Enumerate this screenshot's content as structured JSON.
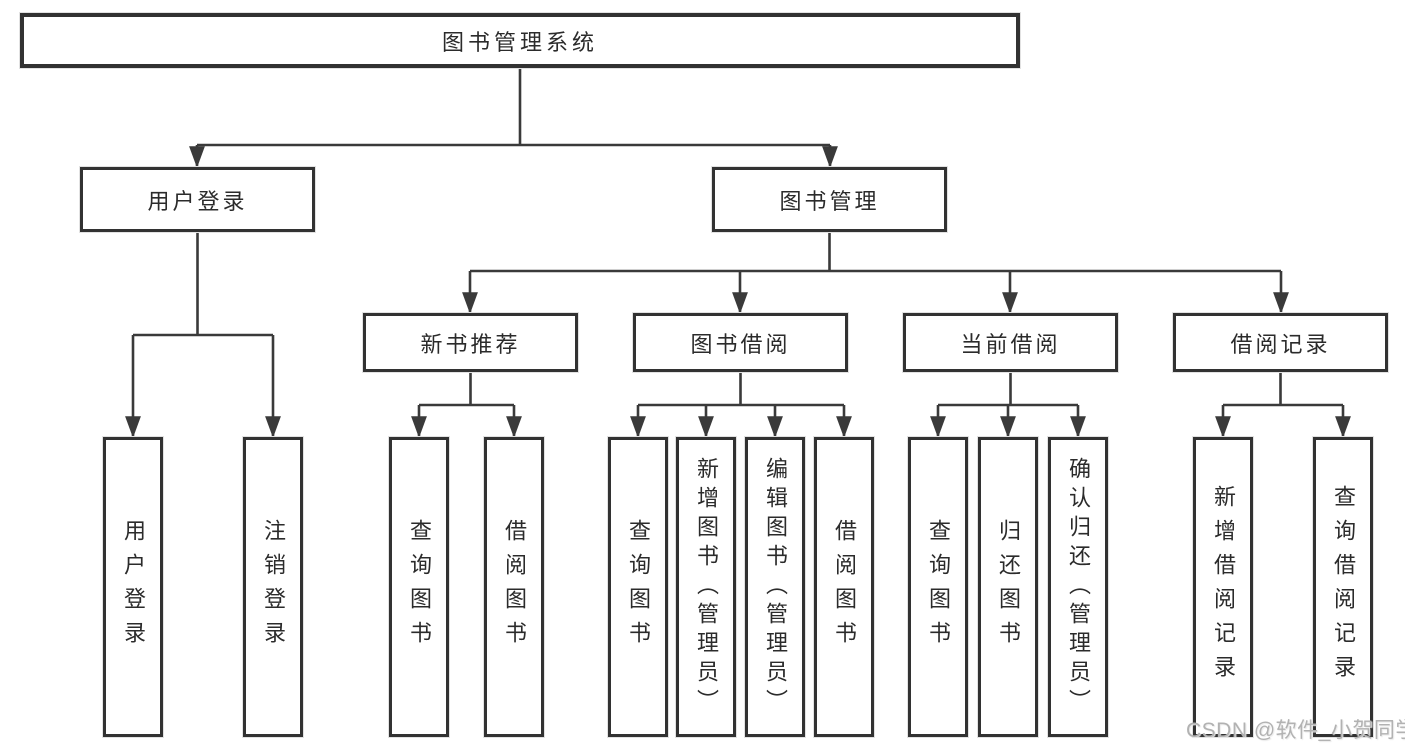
{
  "tree": {
    "root": {
      "label": "图书管理系统",
      "children": [
        {
          "label": "用户登录",
          "children": [
            {
              "label": "用户登录"
            },
            {
              "label": "注销登录"
            }
          ]
        },
        {
          "label": "图书管理",
          "children": [
            {
              "label": "新书推荐",
              "children": [
                {
                  "label": "查询图书"
                },
                {
                  "label": "借阅图书"
                }
              ]
            },
            {
              "label": "图书借阅",
              "children": [
                {
                  "label": "查询图书"
                },
                {
                  "label": "新增图书（管理员）"
                },
                {
                  "label": "编辑图书（管理员）"
                },
                {
                  "label": "借阅图书"
                }
              ]
            },
            {
              "label": "当前借阅",
              "children": [
                {
                  "label": "查询图书"
                },
                {
                  "label": "归还图书"
                },
                {
                  "label": "确认归还（管理员）"
                }
              ]
            },
            {
              "label": "借阅记录",
              "children": [
                {
                  "label": "新增借阅记录"
                },
                {
                  "label": "查询借阅记录"
                }
              ]
            }
          ]
        }
      ]
    }
  },
  "watermark": {
    "text": "CSDN @软件_小贺同学"
  },
  "colors": {
    "line": "#3a3a3a",
    "box_border": "#323232",
    "box_fill": "#ffffff",
    "text": "#2b2b2b",
    "watermark": "#b2b2b2",
    "background": "#ffffff"
  }
}
